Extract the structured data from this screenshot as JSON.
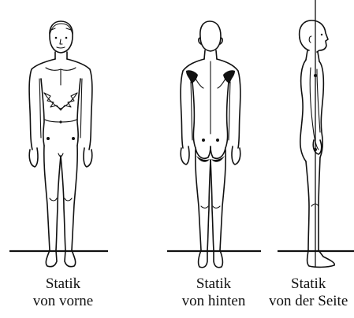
{
  "figures": [
    {
      "id": "front",
      "caption_line1": "Statik",
      "caption_line2": "von vorne"
    },
    {
      "id": "back",
      "caption_line1": "Statik",
      "caption_line2": "von hinten"
    },
    {
      "id": "side",
      "caption_line1": "Statik",
      "caption_line2": "von der Seite"
    }
  ]
}
